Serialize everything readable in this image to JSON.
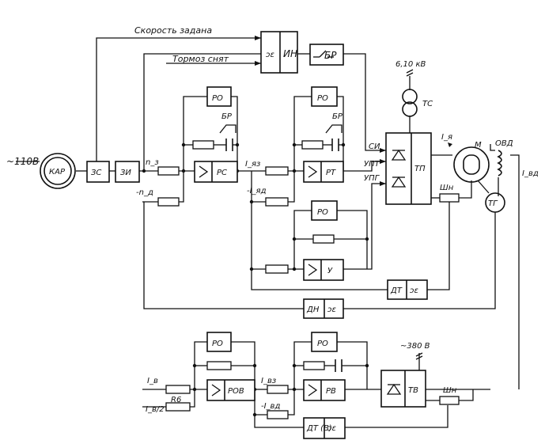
{
  "supply_left": "~110В",
  "kar": "КАР",
  "zs": "ЗС",
  "zi": "ЗИ",
  "speed_set": "Скорость задана",
  "brake_off": "Тормоз снят",
  "in": "ИН",
  "br": "БР",
  "ro": "РО",
  "rs": "РС",
  "rt": "РТ",
  "u": "У",
  "rov": "РОВ",
  "rv": "РВ",
  "tp": "ТП",
  "tv": "ТВ",
  "ts": "ТС",
  "kv": "6,10 кВ",
  "v380": "~380 В",
  "si": "СИ",
  "upt": "УПТ",
  "upg": "УПГ",
  "m": "М",
  "ovd": "ОВД",
  "tg": "ТГ",
  "shn": "Шн",
  "dt": "ДТ",
  "dn": "ДН",
  "dtv": "ДТ (В)",
  "n_z": "n_з",
  "n_d": "-n_д",
  "i_yaz": "I_яз",
  "i_yad": "-I_яд",
  "i_ya": "I_я",
  "i_vd": "I_вд",
  "i_v": "I_в",
  "i_v2": "I_в/2",
  "r6": "R6",
  "i_vz": "I_вз",
  "i_vd2": "-I_вд"
}
